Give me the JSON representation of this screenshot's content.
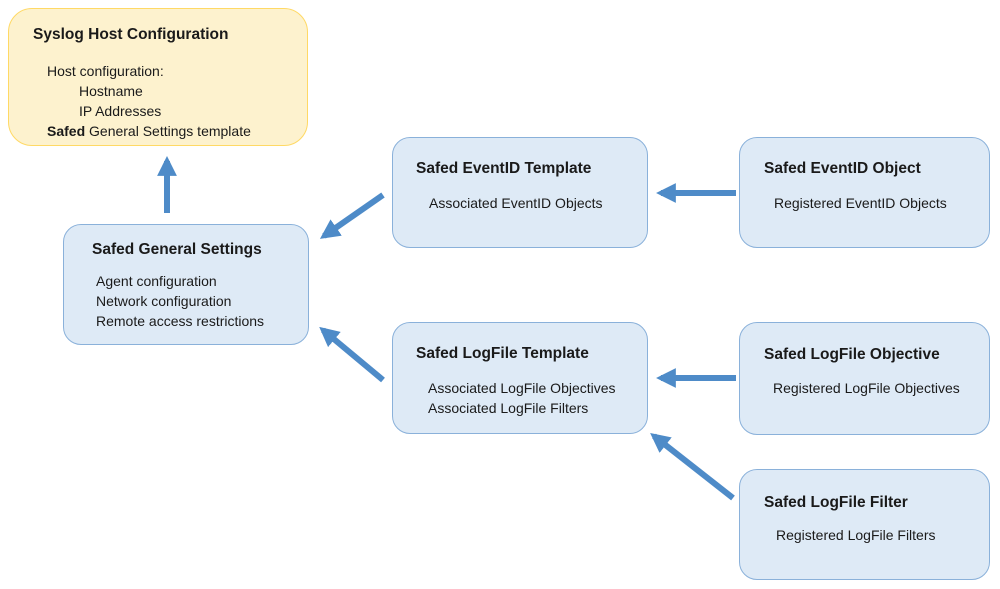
{
  "colors": {
    "yellow_fill": "#FDF2CE",
    "yellow_border": "#FFD965",
    "blue_fill": "#DEEAF6",
    "blue_border": "#8AB1DA",
    "arrow": "#4E8BC8",
    "text": "#1A1A1A"
  },
  "nodes": {
    "syslog": {
      "title": "Syslog Host Configuration",
      "line1": "Host configuration:",
      "line2": "Hostname",
      "line3": "IP Addresses",
      "line4_bold": "Safed",
      "line4_rest": " General Settings template"
    },
    "general": {
      "title": "Safed General Settings",
      "line1": "Agent configuration",
      "line2": "Network configuration",
      "line3": "Remote access restrictions"
    },
    "eventid_template": {
      "title": "Safed EventID Template",
      "line1": "Associated EventID Objects"
    },
    "eventid_object": {
      "title": "Safed EventID Object",
      "line1": "Registered EventID Objects"
    },
    "logfile_template": {
      "title": "Safed LogFile Template",
      "line1": "Associated LogFile Objectives",
      "line2": "Associated LogFile Filters"
    },
    "logfile_objective": {
      "title": "Safed LogFile Objective",
      "line1": "Registered LogFile Objectives"
    },
    "logfile_filter": {
      "title": "Safed LogFile Filter",
      "line1": "Registered LogFile Filters"
    }
  },
  "edges": [
    {
      "from": "Safed General Settings",
      "to": "Syslog Host Configuration"
    },
    {
      "from": "Safed EventID Template",
      "to": "Safed General Settings"
    },
    {
      "from": "Safed EventID Object",
      "to": "Safed EventID Template"
    },
    {
      "from": "Safed LogFile Template",
      "to": "Safed General Settings"
    },
    {
      "from": "Safed LogFile Objective",
      "to": "Safed LogFile Template"
    },
    {
      "from": "Safed LogFile Filter",
      "to": "Safed LogFile Template"
    }
  ]
}
